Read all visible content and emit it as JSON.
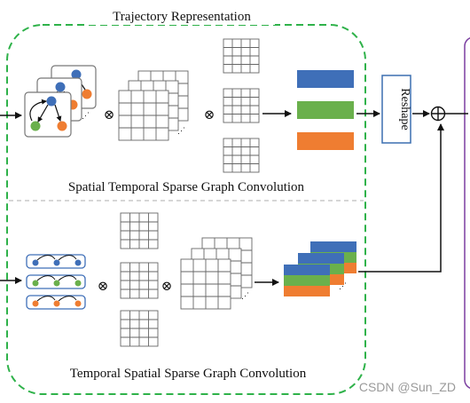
{
  "panel_title": "Trajectory Representation",
  "top_branch_caption": "Spatial Temporal Sparse Graph Convolution",
  "bottom_branch_caption": "Temporal Spatial Sparse Graph Convolution",
  "reshape_label": "Reshape",
  "multiply_symbol": "⊗",
  "add_symbol": "⊕",
  "watermark": "CSDN @Sun_ZD",
  "colors": {
    "panel_border": "#2fb24a",
    "blue": "#3f6fb8",
    "green": "#6ab04c",
    "orange": "#ef7d31",
    "reshape_border": "#3b6fb0",
    "right_panel_border": "#7b3fa0",
    "divider": "#bdbdbd"
  }
}
